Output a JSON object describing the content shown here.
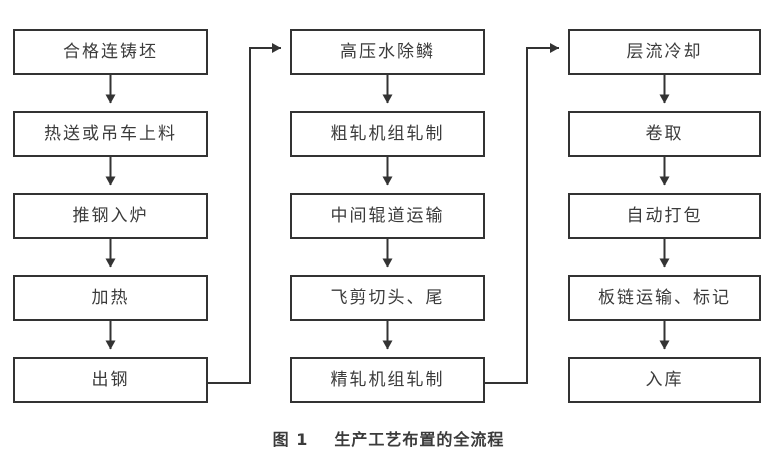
{
  "figure": {
    "caption_label": "图 1",
    "caption_title": "生产工艺布置的全流程",
    "background_color": "#ffffff",
    "stroke_color": "#333333",
    "text_color": "#3b3b3b"
  },
  "columns": [
    {
      "name": "column-1-steelmaking",
      "nodes": [
        {
          "id": "n1",
          "label": "合格连铸坯"
        },
        {
          "id": "n2",
          "label": "热送或吊车上料"
        },
        {
          "id": "n3",
          "label": "推钢入炉"
        },
        {
          "id": "n4",
          "label": "加热"
        },
        {
          "id": "n5",
          "label": "出钢"
        }
      ]
    },
    {
      "name": "column-2-rolling",
      "nodes": [
        {
          "id": "n6",
          "label": "高压水除鳞"
        },
        {
          "id": "n7",
          "label": "粗轧机组轧制"
        },
        {
          "id": "n8",
          "label": "中间辊道运输"
        },
        {
          "id": "n9",
          "label": "飞剪切头、尾"
        },
        {
          "id": "n10",
          "label": "精轧机组轧制"
        }
      ]
    },
    {
      "name": "column-3-finishing",
      "nodes": [
        {
          "id": "n11",
          "label": "层流冷却"
        },
        {
          "id": "n12",
          "label": "卷取"
        },
        {
          "id": "n13",
          "label": "自动打包"
        },
        {
          "id": "n14",
          "label": "板链运输、标记"
        },
        {
          "id": "n15",
          "label": "入库"
        }
      ]
    }
  ],
  "connectors": [
    {
      "name": "n1-to-n2",
      "type": "vertical-arrow"
    },
    {
      "name": "n2-to-n3",
      "type": "vertical-arrow"
    },
    {
      "name": "n3-to-n4",
      "type": "vertical-arrow"
    },
    {
      "name": "n4-to-n5",
      "type": "vertical-arrow"
    },
    {
      "name": "n5-to-n6",
      "type": "wrap-arrow"
    },
    {
      "name": "n6-to-n7",
      "type": "vertical-arrow"
    },
    {
      "name": "n7-to-n8",
      "type": "vertical-arrow"
    },
    {
      "name": "n8-to-n9",
      "type": "vertical-arrow"
    },
    {
      "name": "n9-to-n10",
      "type": "vertical-arrow"
    },
    {
      "name": "n10-to-n11",
      "type": "wrap-arrow"
    },
    {
      "name": "n11-to-n12",
      "type": "vertical-arrow"
    },
    {
      "name": "n12-to-n13",
      "type": "vertical-arrow"
    },
    {
      "name": "n13-to-n14",
      "type": "vertical-arrow"
    },
    {
      "name": "n14-to-n15",
      "type": "vertical-arrow"
    }
  ]
}
